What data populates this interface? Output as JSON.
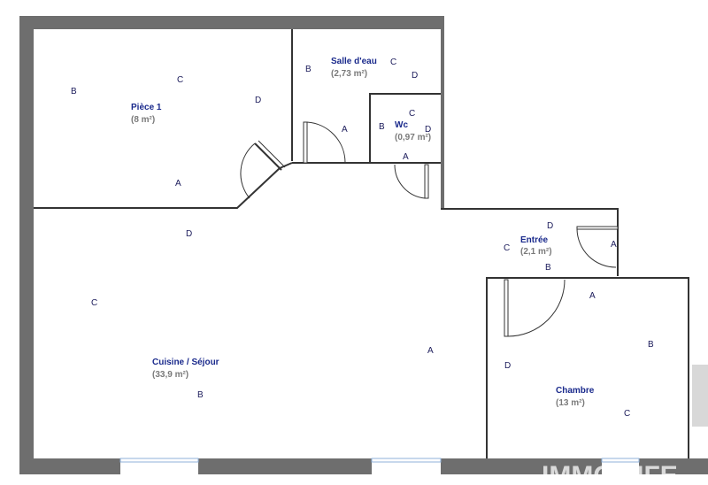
{
  "rooms": {
    "piece1": {
      "name": "Pièce 1",
      "area": "(8 m²)"
    },
    "salle": {
      "name": "Salle d'eau",
      "area": "(2,73 m²)"
    },
    "wc": {
      "name": "Wc",
      "area": "(0,97 m²)"
    },
    "entree": {
      "name": "Entrée",
      "area": "(2,1 m²)"
    },
    "cuisine": {
      "name": "Cuisine / Séjour",
      "area": "(33,9 m²)"
    },
    "chambre": {
      "name": "Chambre",
      "area": "(13 m²)"
    }
  },
  "wall_labels": {
    "piece1": {
      "a": "A",
      "b": "B",
      "c": "C",
      "d": "D"
    },
    "salle": {
      "a": "A",
      "b": "B",
      "c": "C",
      "d": "D"
    },
    "wc": {
      "a": "A",
      "b": "B",
      "c": "C",
      "d": "D"
    },
    "entree": {
      "a": "A",
      "b": "B",
      "c": "C",
      "d": "D"
    },
    "cuisine": {
      "a": "A",
      "b": "B",
      "c": "C",
      "d": "D"
    },
    "chambre": {
      "a": "A",
      "b": "B",
      "c": "C",
      "d": "D"
    }
  },
  "watermark": "IMMO'LIFE",
  "colors": {
    "wall": "#6e6e6e",
    "room_name": "#1a2a8c",
    "room_area": "#7a7a7a",
    "window": "#8fb0d8"
  }
}
